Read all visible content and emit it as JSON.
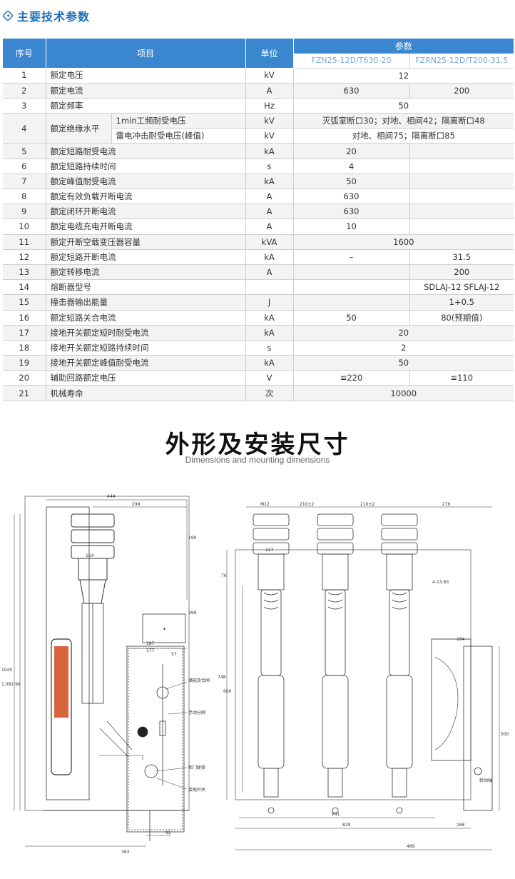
{
  "section": {
    "title": "主要技术参数",
    "icon": "diamond-arrow-icon",
    "accent": "#1f6fb8"
  },
  "table": {
    "header_color": "#3a87cf",
    "headers": {
      "no": "序号",
      "item": "项目",
      "unit": "单位",
      "params": "参数",
      "model_a": "FZN25-12D/T630-20",
      "model_b": "FZRN25-12D/T200-31.5"
    },
    "rows": [
      {
        "no": "1",
        "item": "额定电压",
        "unit": "kV",
        "a": "12",
        "b": "",
        "span": true
      },
      {
        "no": "2",
        "item": "额定电流",
        "unit": "A",
        "a": "630",
        "b": "200"
      },
      {
        "no": "3",
        "item": "额定频率",
        "unit": "Hz",
        "a": "50",
        "b": "",
        "span": true
      },
      {
        "no": "4",
        "item": "额定绝缘水平",
        "sub1": "1min工频耐受电压",
        "unit": "kV",
        "a": "灭弧室断口30；对地、相间42；隔离断口48",
        "b": "",
        "span": true
      },
      {
        "no": "",
        "item": "",
        "sub1": "雷电冲击耐受电压(峰值)",
        "unit": "kV",
        "a": "对地、相间75；隔离断口85",
        "b": "",
        "span": true
      },
      {
        "no": "5",
        "item": "额定短路耐受电流",
        "unit": "kA",
        "a": "20",
        "b": ""
      },
      {
        "no": "6",
        "item": "额定短路持续时间",
        "unit": "s",
        "a": "4",
        "b": ""
      },
      {
        "no": "7",
        "item": "额定峰值耐受电流",
        "unit": "kA",
        "a": "50",
        "b": ""
      },
      {
        "no": "8",
        "item": "额定有效负载开断电流",
        "unit": "A",
        "a": "630",
        "b": ""
      },
      {
        "no": "9",
        "item": "额定闭环开断电流",
        "unit": "A",
        "a": "630",
        "b": ""
      },
      {
        "no": "10",
        "item": "额定电缆充电开断电流",
        "unit": "A",
        "a": "10",
        "b": ""
      },
      {
        "no": "11",
        "item": "额定开断空载变压器容量",
        "unit": "kVA",
        "a": "1600",
        "b": "",
        "span": true
      },
      {
        "no": "12",
        "item": "额定短路开断电流",
        "unit": "kA",
        "a": "–",
        "b": "31.5"
      },
      {
        "no": "13",
        "item": "额定转移电流",
        "unit": "A",
        "a": "",
        "b": "200"
      },
      {
        "no": "14",
        "item": "熔断器型号",
        "unit": "",
        "a": "",
        "b": "SDLAJ-12   SFLAJ-12"
      },
      {
        "no": "15",
        "item": "撞击器输出能量",
        "unit": "J",
        "a": "",
        "b": "1+0.5"
      },
      {
        "no": "16",
        "item": "额定短路关合电流",
        "unit": "kA",
        "a": "50",
        "b": "80(预期值)"
      },
      {
        "no": "17",
        "item": "接地开关额定短时耐受电流",
        "unit": "kA",
        "a": "20",
        "b": "",
        "span": true
      },
      {
        "no": "18",
        "item": "接地开关额定短路持续时间",
        "unit": "s",
        "a": "2",
        "b": "",
        "span": true
      },
      {
        "no": "19",
        "item": "接地开关额定峰值耐受电流",
        "unit": "kA",
        "a": "50",
        "b": "",
        "span": true
      },
      {
        "no": "20",
        "item": "辅助回路额定电压",
        "unit": "V",
        "a": "≌220",
        "b": "≌110"
      },
      {
        "no": "21",
        "item": "机械寿命",
        "unit": "次",
        "a": "10000",
        "b": "",
        "span": true
      }
    ]
  },
  "dimensions": {
    "title": "外形及安装尺寸",
    "subtitle": "Dimensions and mounting dimensions",
    "side_view": {
      "dims": [
        "444",
        "299",
        "190",
        "164",
        "299",
        "187",
        "177",
        "57",
        "1040",
        "1,082.99",
        "92",
        "363"
      ],
      "callouts": [
        "储能及合闸",
        "手动分闸",
        "柜门联锁",
        "接地开关"
      ]
    },
    "front_view": {
      "dims": [
        "M12",
        "210±2",
        "210±2",
        "279",
        "127",
        "76",
        "4-13.83",
        "184",
        "748",
        "660",
        "500",
        "641",
        "829",
        "168",
        "489"
      ],
      "callouts": [
        "转动轴"
      ]
    }
  }
}
